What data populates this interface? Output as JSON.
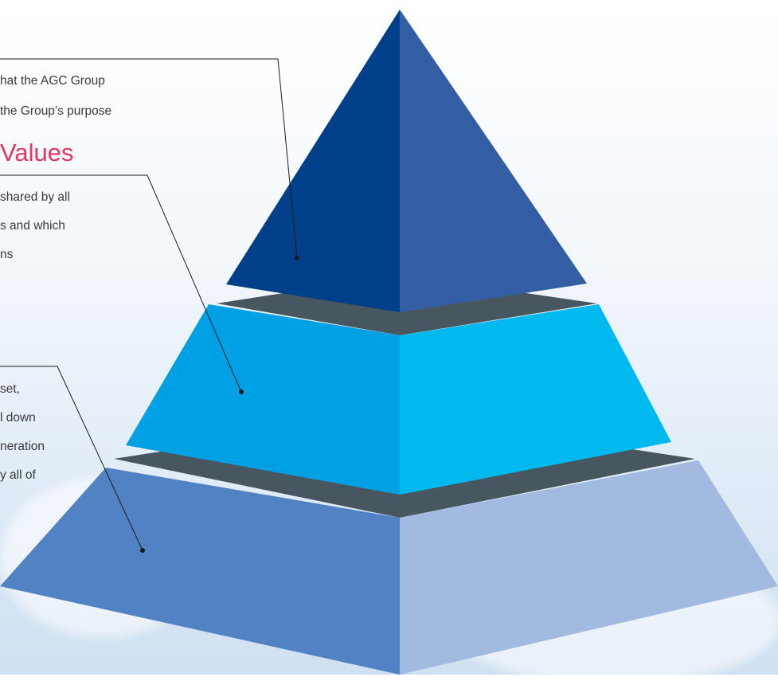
{
  "diagram": {
    "tiers": [
      {
        "id": "top",
        "name": "",
        "lines": [
          "hat the AGC Group",
          "the Group’s purpose"
        ]
      },
      {
        "id": "middle",
        "name": "Values",
        "lines": [
          "shared by all",
          "s and which",
          "ns"
        ]
      },
      {
        "id": "bottom",
        "name": "",
        "lines": [
          "set,",
          "l down",
          "neration",
          "y all of"
        ]
      }
    ],
    "colors": {
      "top_left": "#003f8a",
      "top_right": "#335ea3",
      "middle_left": "#00a0e5",
      "middle_right": "#00b9ef",
      "bottom_left": "#5183c4",
      "bottom_right": "#a2badf",
      "gap": "#48575f",
      "heading": "#e5345f",
      "text": "#3a3a3a"
    }
  }
}
